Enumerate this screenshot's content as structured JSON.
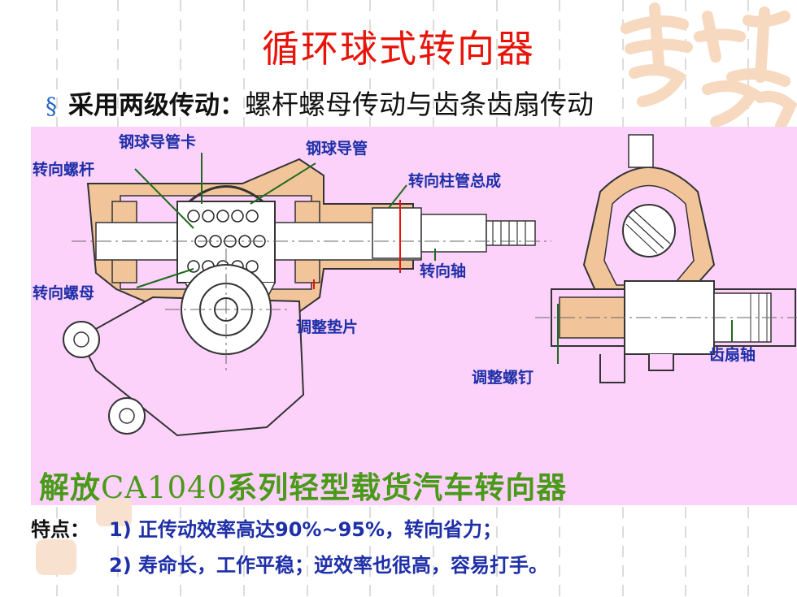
{
  "slide": {
    "title": "循环球式转向器",
    "bullet_symbol": "§",
    "bullet_lead": "采用两级传动：",
    "bullet_rest": "螺杆螺母传动与齿条齿扇传动"
  },
  "figure": {
    "labels": {
      "ball_guide_clamp": "钢球导管卡",
      "ball_guide": "钢球导管",
      "steering_screw": "转向螺杆",
      "column_assembly": "转向柱管总成",
      "steering_shaft": "转向轴",
      "steering_nut": "转向螺母",
      "shim": "调整垫片",
      "sector_shaft": "齿扇轴",
      "adjust_screw": "调整螺钉"
    },
    "caption_pre": "解放",
    "caption_model": "CA1040",
    "caption_post": "系列轻型载货汽车转向器"
  },
  "features": {
    "label": "特点：",
    "line1": "1) 正传动效率高达90%~95%，转向省力；",
    "line2": "2) 寿命长，工作平稳；逆效率也很高，容易打手。"
  },
  "colors": {
    "title": "#e8140a",
    "label": "#1e2fa8",
    "caption": "#4a9a1a",
    "figure_bg": "#fcd2fa",
    "housing_fill": "#f2c49a"
  }
}
